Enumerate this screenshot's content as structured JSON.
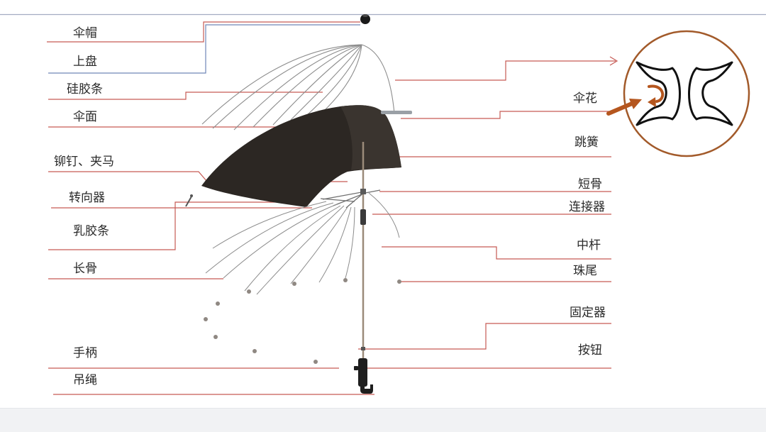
{
  "labels": {
    "left": [
      "伞帽",
      "上盘",
      "硅胶条",
      "伞面",
      "铆钉、夹马",
      "转向器",
      "乳胶条",
      "长骨",
      "手柄",
      "吊绳"
    ],
    "right": [
      "伞花",
      "跳簧",
      "短骨",
      "连接器",
      "中杆",
      "珠尾",
      "固定器",
      "按钮"
    ]
  },
  "colors": {
    "leader_line": "#c65a54",
    "leader_line_alt": "#6f86b8",
    "frame_line": "#a3acc2",
    "canopy": "#2c2723",
    "canopy_shade": "#3a342f",
    "rib": "#8c8c8c",
    "shaft": "#9b8b7a",
    "bead": "#8f8882",
    "handle": "#1e1e1e",
    "inset_border": "#a25a2a",
    "arrow": "#b5561e",
    "footer_band": "#f1f2f4"
  },
  "icons": {
    "inset_detail": "clip-profile-icon",
    "inset_pointer": "arrow-icon",
    "callout_pointer": "chevron-right-icon"
  }
}
